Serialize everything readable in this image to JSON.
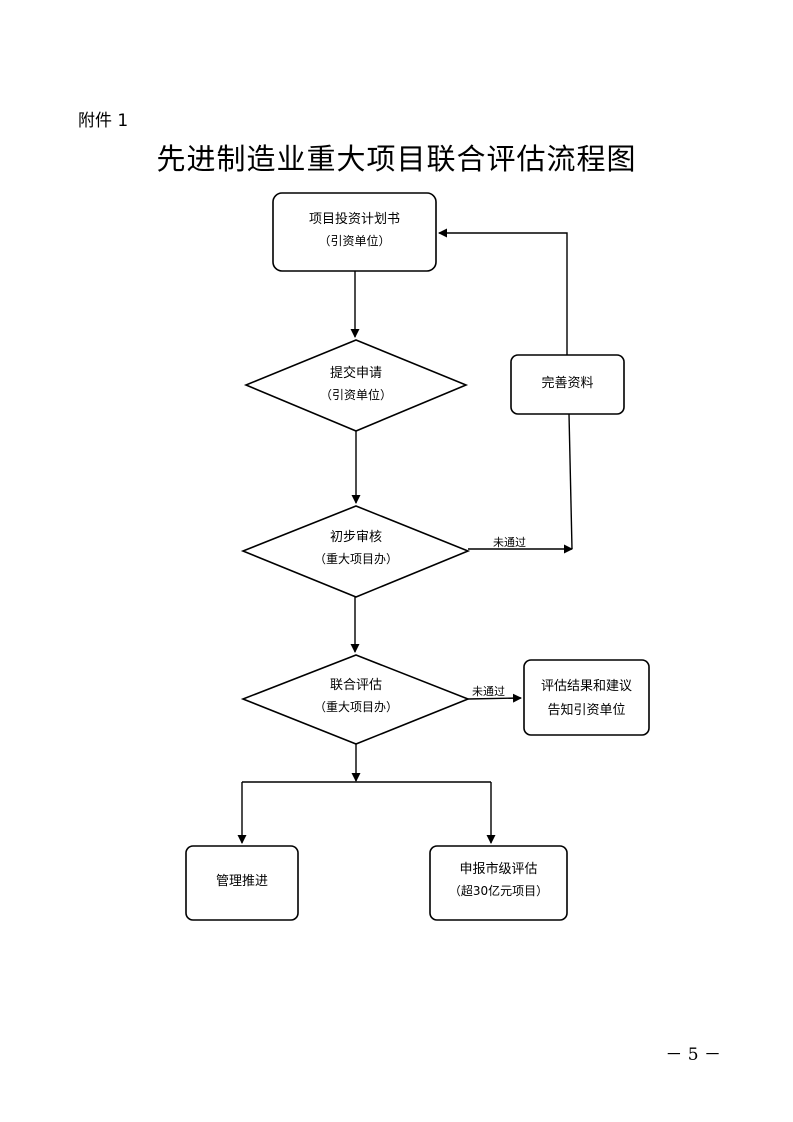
{
  "header": {
    "attachment": "附件 1",
    "title": "先进制造业重大项目联合评估流程图"
  },
  "nodes": {
    "plan": {
      "title": "项目投资计划书",
      "sub": "（引资单位）"
    },
    "submit": {
      "title": "提交申请",
      "sub": "（引资单位）"
    },
    "supplement": {
      "title": "完善资料"
    },
    "initial_review": {
      "title": "初步审核",
      "sub": "（重大项目办）"
    },
    "joint_eval": {
      "title": "联合评估",
      "sub": "（重大项目办）"
    },
    "notify": {
      "line1": "评估结果和建议",
      "line2": "告知引资单位"
    },
    "manage": {
      "title": "管理推进"
    },
    "report": {
      "title": "申报市级评估",
      "sub": "（超30亿元项目）"
    }
  },
  "edges": {
    "fail1": "未通过",
    "fail2": "未通过"
  },
  "footer": {
    "page": "－ 5 －"
  }
}
